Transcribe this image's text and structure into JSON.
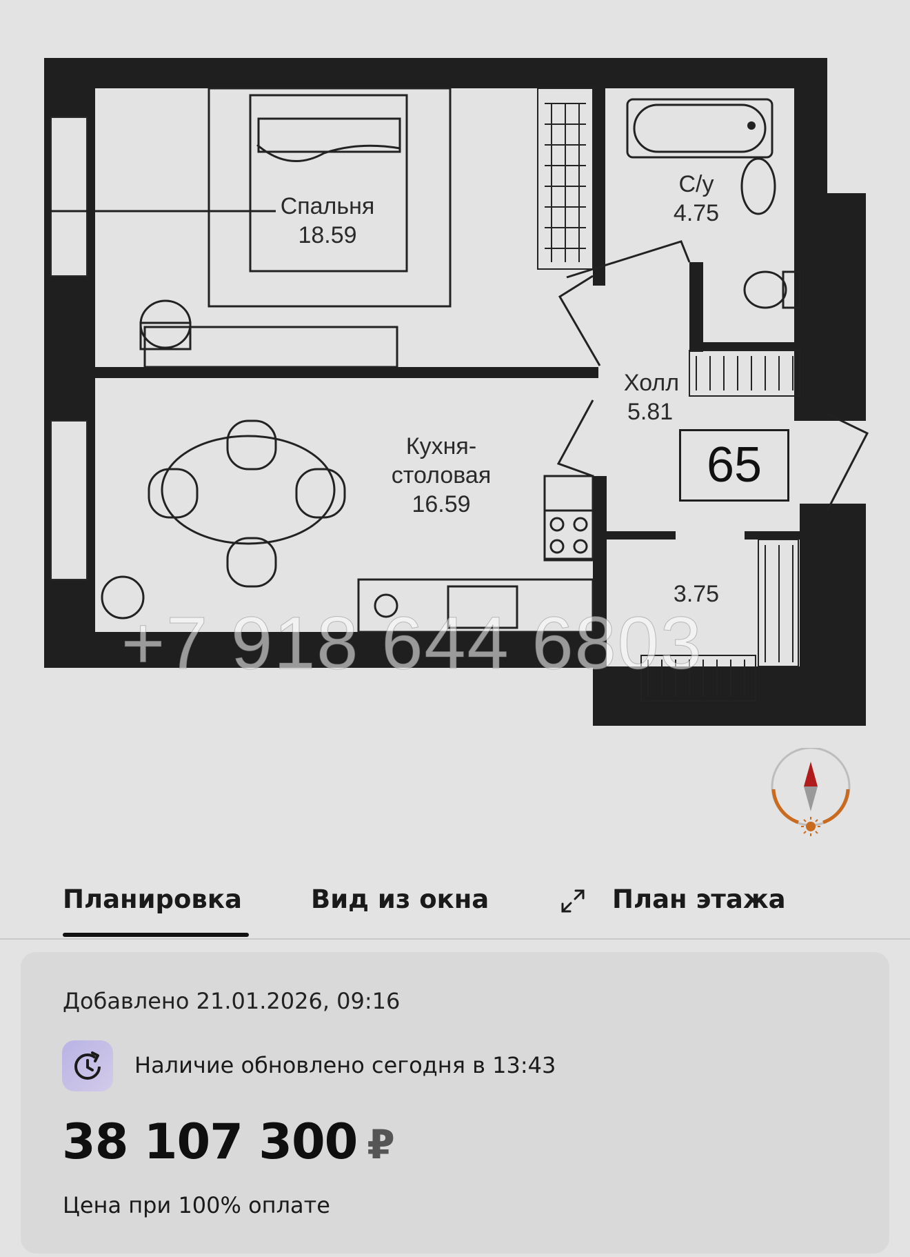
{
  "floor_plan": {
    "apartment_number": "65",
    "rooms": {
      "bedroom": {
        "name": "Спальня",
        "area": "18.59"
      },
      "bathroom": {
        "name": "С/у",
        "area": "4.75"
      },
      "hall": {
        "name": "Холл",
        "area": "5.81"
      },
      "kitchen": {
        "name_line1": "Кухня-",
        "name_line2": "столовая",
        "area": "16.59"
      },
      "storage": {
        "area": "3.75"
      }
    },
    "watermark": "+7 918 644 6803",
    "compass_icon": "compass-icon"
  },
  "tabs": {
    "layout": "Планировка",
    "window_view": "Вид из окна",
    "floor_plan": "План этажа",
    "active": "layout"
  },
  "info": {
    "added": "Добавлено 21.01.2026, 09:16",
    "availability": "Наличие обновлено сегодня в 13:43",
    "price": "38 107 300",
    "currency": "₽",
    "price_note": "Цена при 100% оплате"
  },
  "colors": {
    "background": "#e3e3e3",
    "card": "#d9d9d9",
    "wall": "#1f1f1f",
    "compass_red": "#b01c1c",
    "compass_orange": "#c96a1e",
    "icon_bg": "#b8b3e6"
  }
}
